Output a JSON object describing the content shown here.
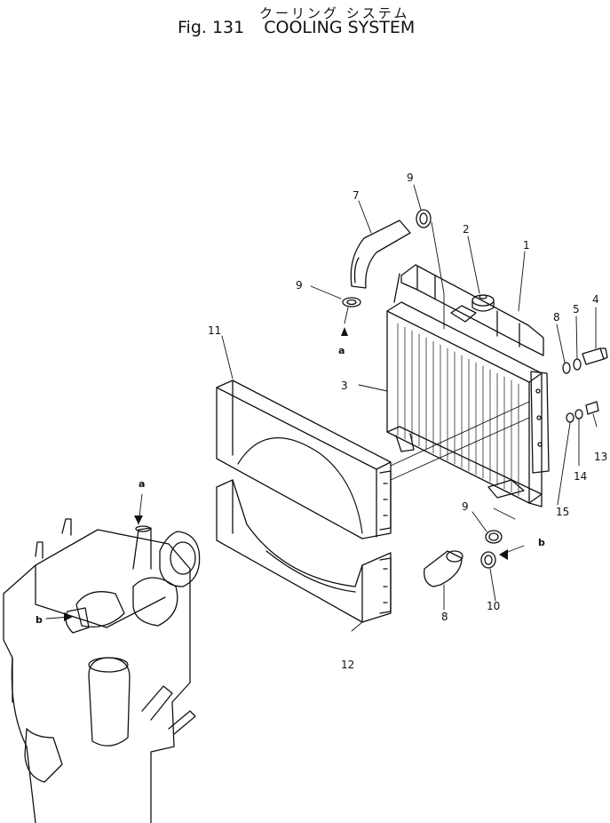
{
  "header": {
    "title_jp": "クーリング システム",
    "fig_label": "Fig. 131",
    "title_en": "COOLING SYSTEM"
  },
  "callouts": {
    "c1": "1",
    "c2": "2",
    "c3": "3",
    "c4": "4",
    "c5": "5",
    "c6": "8",
    "c7": "7",
    "c9a": "9",
    "c9b": "9",
    "c9c": "9",
    "c8": "8",
    "c10": "10",
    "c11": "11",
    "c12": "12",
    "c13": "13",
    "c14": "14",
    "c15": "15"
  },
  "references": {
    "a_top": "a",
    "a_engine": "a",
    "b_right": "b",
    "b_engine": "b"
  },
  "colors": {
    "ink": "#111111",
    "paper": "#ffffff"
  }
}
